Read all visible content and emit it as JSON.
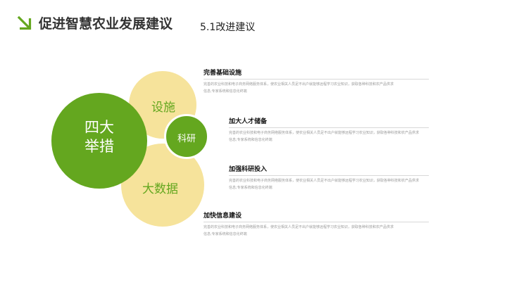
{
  "header": {
    "title": "促进智慧农业发展建议",
    "section": "5.1改进建议",
    "accent_color": "#64a71f",
    "icon": "diagonal-arrow-icon"
  },
  "diagram": {
    "center_label_line1": "四大",
    "center_label_line2": "举措",
    "facilities_label": "设施",
    "research_label": "科研",
    "data_label": "大数据",
    "green_color": "#64a71f",
    "yellow_color": "#f6e39b"
  },
  "items": [
    {
      "title": "完善基础设施",
      "desc": "完善的农业科技和电子商务网络服务体系，使农业相关人员足不出户就能够远程学习农业知识，获取各种科技和农产品供求信息;专家系统和信息化终端"
    },
    {
      "title": "加大人才储备",
      "desc": "完善的农业科技和电子商务网络服务体系，使农业相关人员足不出户就能够远程学习农业知识，获取各种科技和农产品供求信息;专家系统和信息化终端"
    },
    {
      "title": "加强科研投入",
      "desc": "完善的农业科技和电子商务网络服务体系，使农业相关人员足不出户就能够远程学习农业知识，获取各种科技和农产品供求信息;专家系统和信息化终端"
    },
    {
      "title": "加快信息建设",
      "desc": "完善的农业科技和电子商务网络服务体系，使农业相关人员足不出户就能够远程学习农业知识，获取各种科技和农产品供求信息;专家系统和信息化终端"
    }
  ]
}
